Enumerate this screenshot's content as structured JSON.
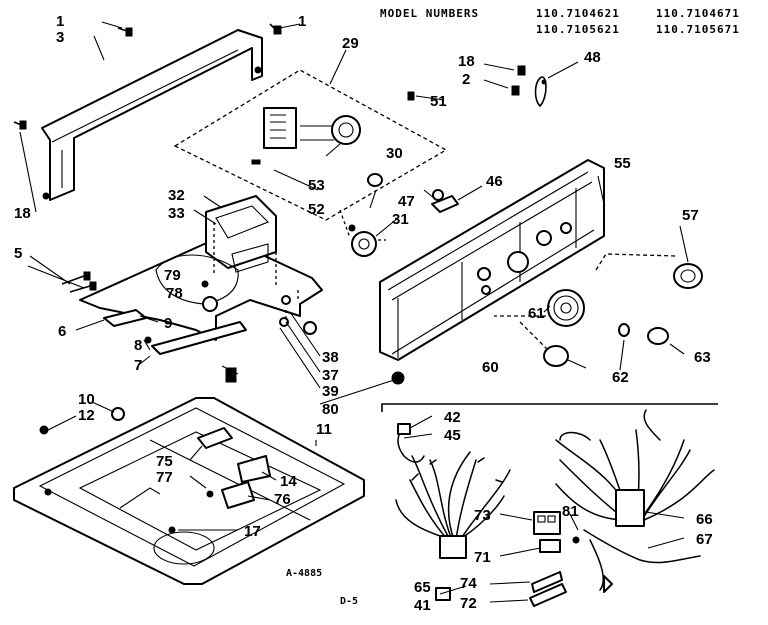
{
  "header": {
    "model_label": "MODEL NUMBERS",
    "models": [
      "110.7104621",
      "110.7104671",
      "110.7105621",
      "110.7105671"
    ]
  },
  "footer": {
    "diagram_code": "A-4885",
    "page_code": "D-5"
  },
  "callouts": {
    "c1a": "1",
    "c3": "3",
    "c1b": "1",
    "c29": "29",
    "c18a": "18",
    "c2": "2",
    "c48": "48",
    "c51": "51",
    "c30": "30",
    "c53": "53",
    "c52": "52",
    "c18b": "18",
    "c32": "32",
    "c33": "33",
    "c47": "47",
    "c46": "46",
    "c31": "31",
    "c55": "55",
    "c57": "57",
    "c5": "5",
    "c79": "79",
    "c78": "78",
    "c6": "6",
    "c9": "9",
    "c8": "8",
    "c7": "7",
    "c38": "38",
    "c37": "37",
    "c39": "39",
    "c80": "80",
    "c61": "61",
    "c60": "60",
    "c62": "62",
    "c63": "63",
    "c10": "10",
    "c12": "12",
    "c11": "11",
    "c75": "75",
    "c77": "77",
    "c14": "14",
    "c76": "76",
    "c17": "17",
    "c42": "42",
    "c45": "45",
    "c81": "81",
    "c66": "66",
    "c67": "67",
    "c73": "73",
    "c71": "71",
    "c65": "65",
    "c74": "74",
    "c41": "41",
    "c72": "72"
  }
}
